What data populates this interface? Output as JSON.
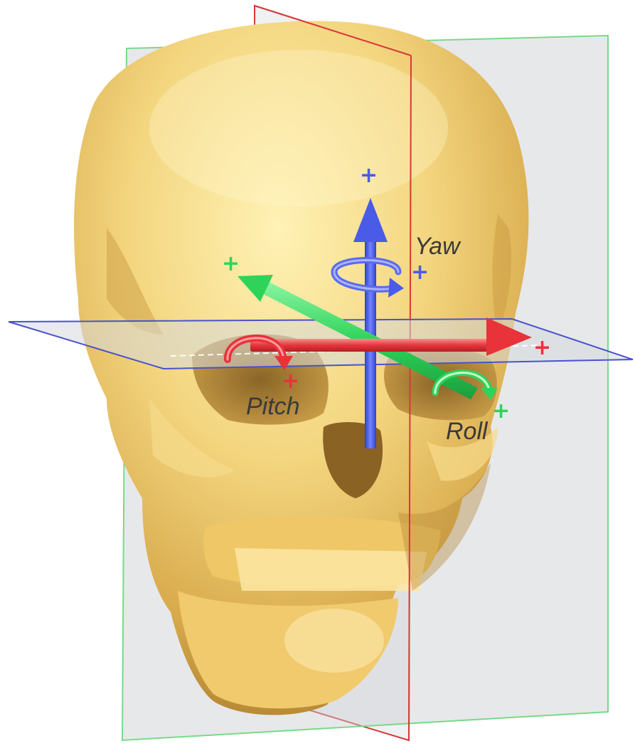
{
  "labels": {
    "yaw": "Yaw",
    "pitch": "Pitch",
    "roll": "Roll"
  },
  "plus_sign": "+",
  "colors": {
    "yaw_axis": "#4a5be8",
    "pitch_axis": "#e8333a",
    "roll_axis": "#2fd35a",
    "skull": "#f2cf72",
    "sagittal_plane_edge": "#d8383a",
    "coronal_plane_edge": "#79d98a",
    "axial_plane_edge": "#4a52cc",
    "plane_fill": "#cfd2d6"
  }
}
